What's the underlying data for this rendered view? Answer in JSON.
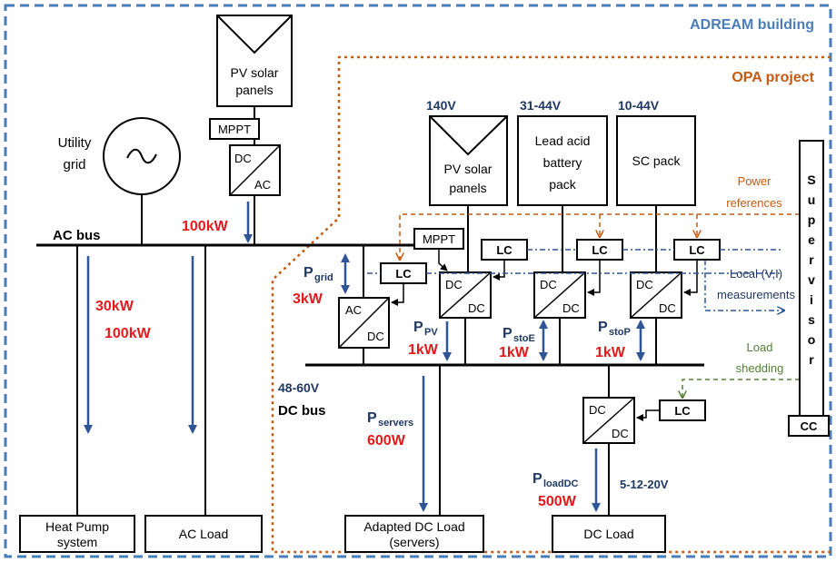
{
  "regions": {
    "building": "ADREAM building",
    "project": "OPA project"
  },
  "ac_side": {
    "utility_grid": [
      "Utility",
      "grid"
    ],
    "ac_bus": "AC bus",
    "pv_panels": [
      "PV solar",
      "panels"
    ],
    "mppt": "MPPT",
    "dcac_top": "DC",
    "dcac_bottom": "AC",
    "pv_power": "100kW",
    "heatpump_power": "30kW",
    "acload_power": "100kW",
    "heatpump_box": [
      "Heat Pump",
      "system"
    ],
    "acload_box": "AC Load"
  },
  "dc_side": {
    "pv_voltage": "140V",
    "battery_voltage": "31-44V",
    "sc_voltage": "10-44V",
    "pv_panels": [
      "PV solar",
      "panels"
    ],
    "battery": [
      "Lead acid",
      "battery",
      "pack"
    ],
    "sc_pack": "SC pack",
    "mppt": "MPPT",
    "lc": "LC",
    "acdc_top": "AC",
    "acdc_bottom": "DC",
    "dcdc_top": "DC",
    "dcdc_bottom": "DC",
    "p_grid_main": "P",
    "p_grid_sub": "grid",
    "p_grid_value": "3kW",
    "p_pv_main": "P",
    "p_pv_sub": "PV",
    "p_pv_value": "1kW",
    "p_stoe_main": "P",
    "p_stoe_sub": "stoE",
    "p_stoe_value": "1kW",
    "p_stop_main": "P",
    "p_stop_sub": "stoP",
    "p_stop_value": "1kW",
    "dc_bus_voltage": "48-60V",
    "dc_bus": "DC bus",
    "p_servers_main": "P",
    "p_servers_sub": "servers",
    "p_servers_value": "600W",
    "p_loaddc_main": "P",
    "p_loaddc_sub": "loadDC",
    "p_loaddc_value": "500W",
    "dcload_voltage": "5-12-20V",
    "servers_box": [
      "Adapted DC Load",
      "(servers)"
    ],
    "dcload_box": "DC Load",
    "power_references": [
      "Power",
      "references"
    ],
    "local_measurements": [
      "Local (V,I)",
      "measurements"
    ],
    "load_shedding": [
      "Load",
      "shedding"
    ],
    "supervisor": [
      "S",
      "u",
      "p",
      "e",
      "r",
      "v",
      "i",
      "s",
      "o",
      "r"
    ],
    "cc": "CC"
  },
  "colors": {
    "blue_border": "#4a7ebb",
    "orange_border": "#c55a11",
    "arrow_blue": "#2f5597",
    "red": "#e31a1c",
    "green": "#548235"
  }
}
